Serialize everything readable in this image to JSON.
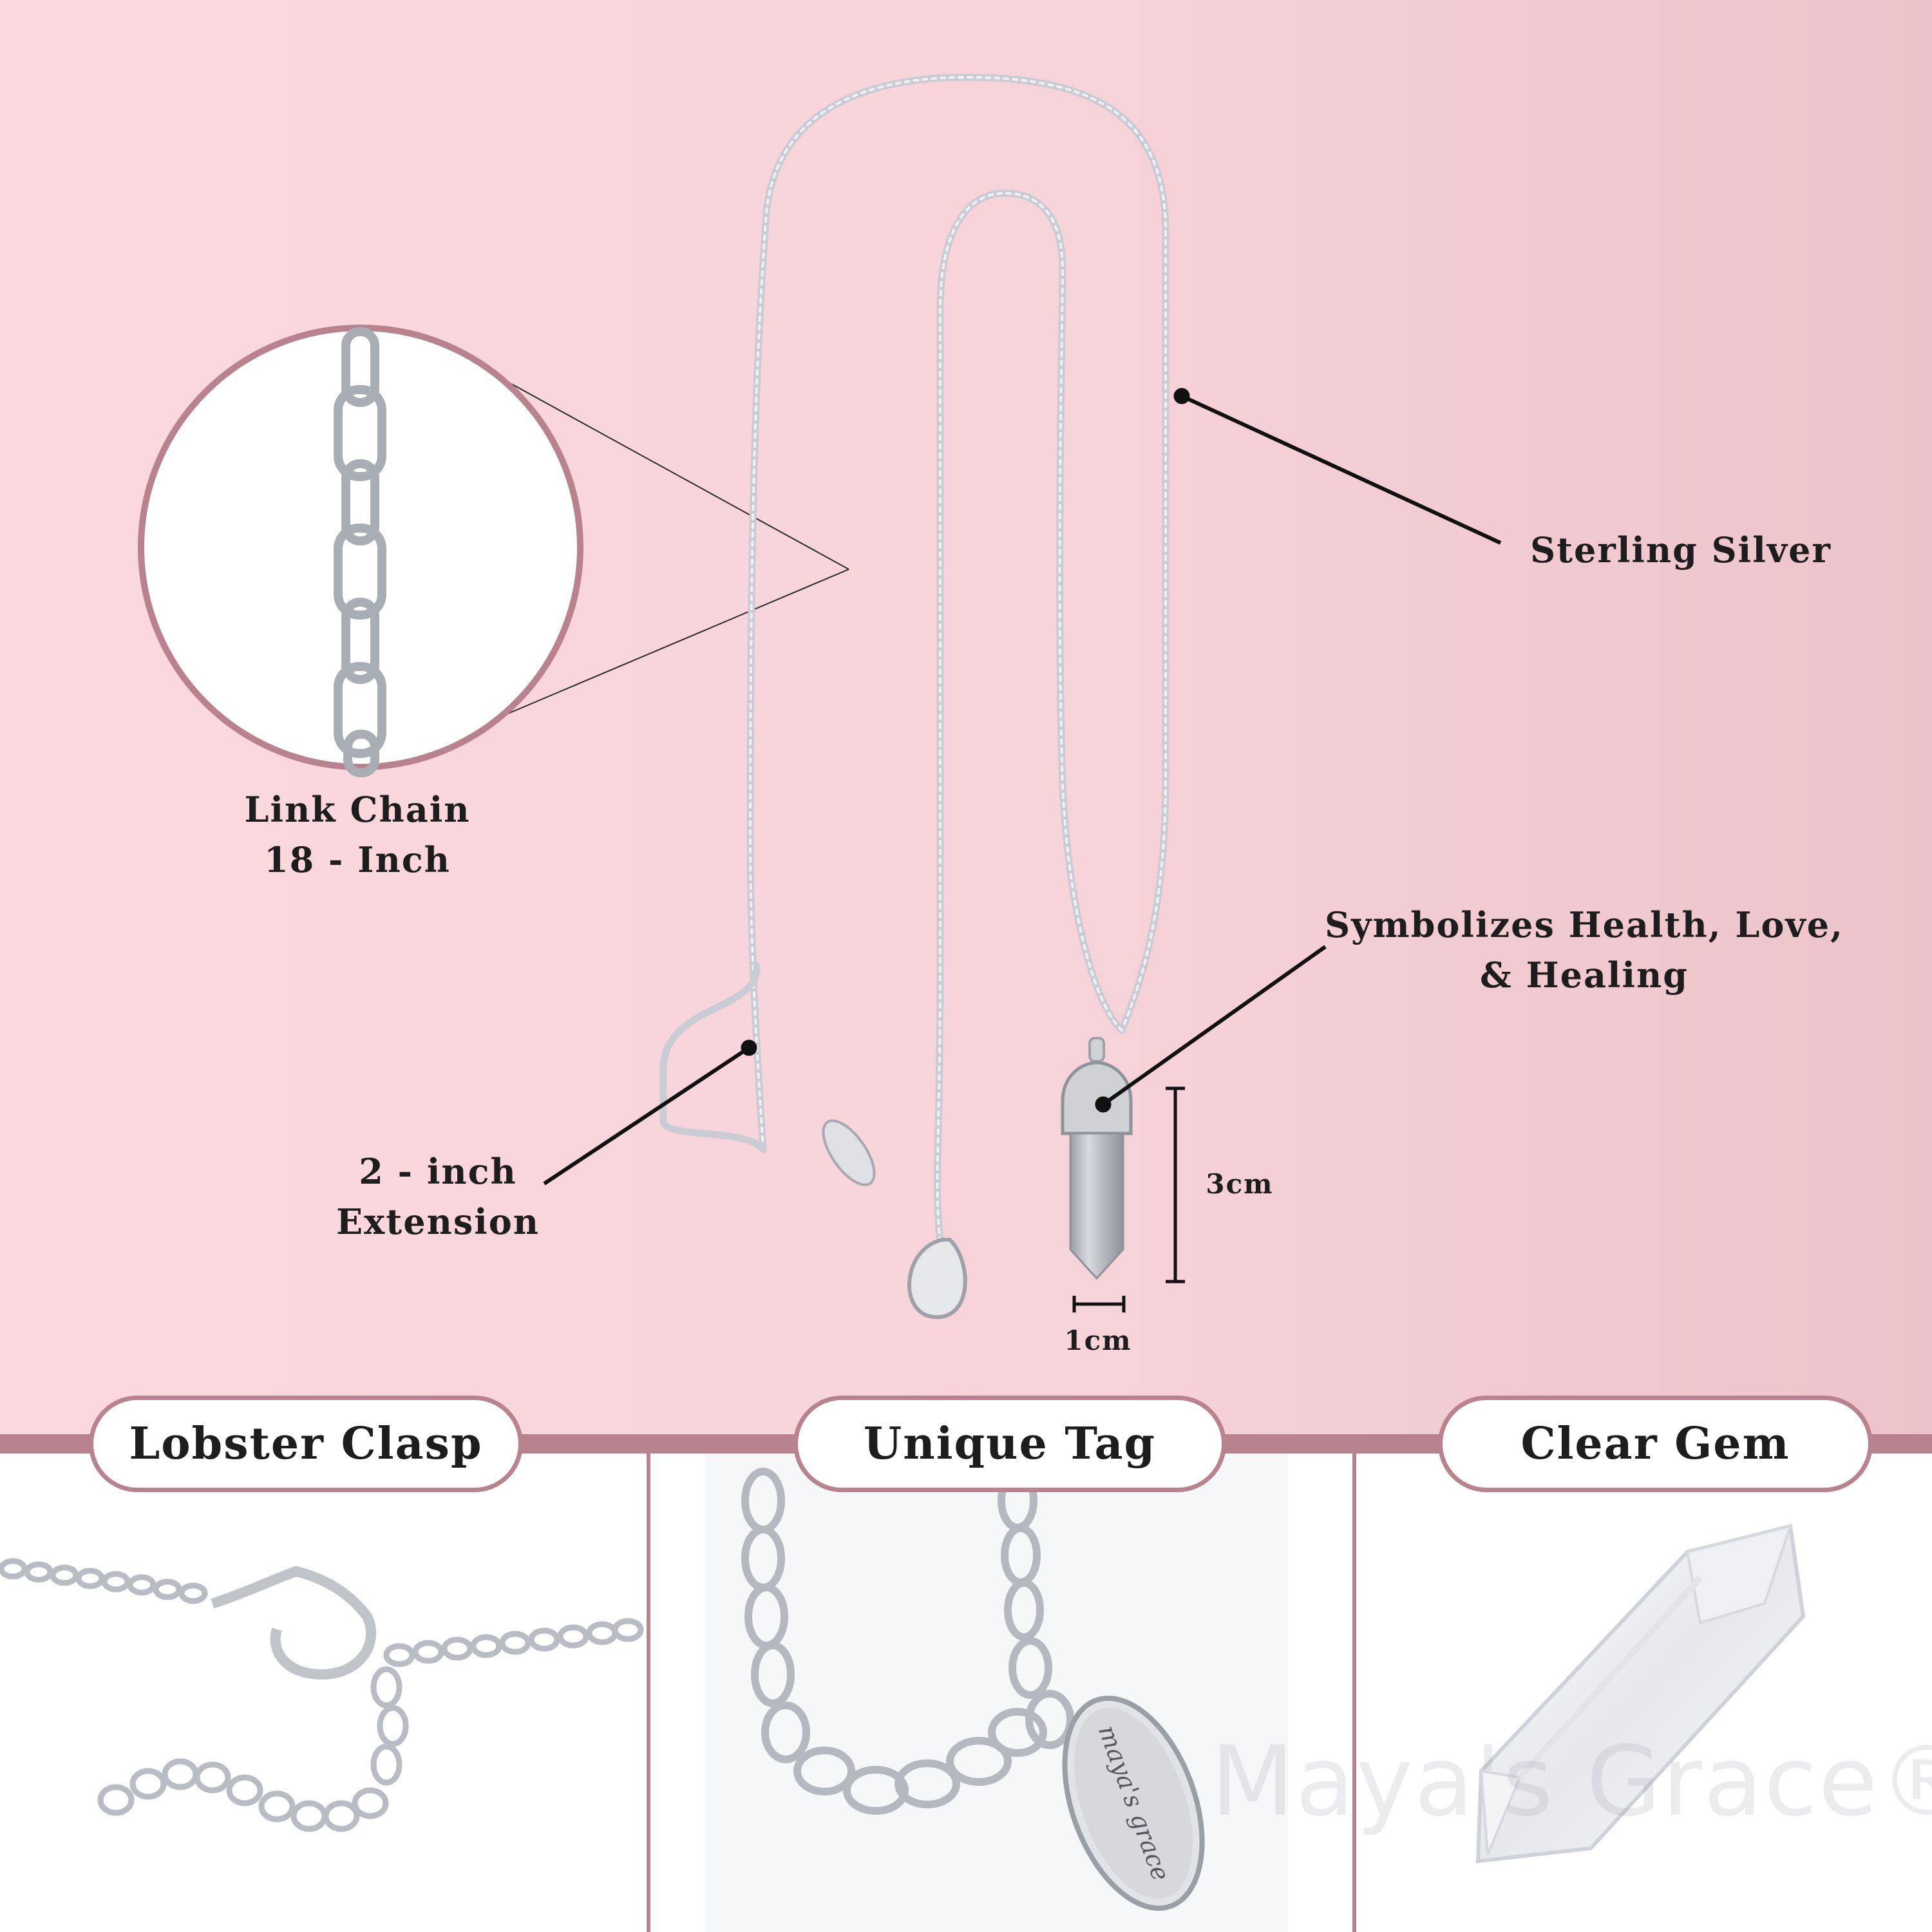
{
  "callouts": {
    "sterling": "Sterling Silver",
    "link_chain_line1": "Link Chain",
    "link_chain_line2": "18 - Inch",
    "symbolizes_line1": "Symbolizes Health, Love,",
    "symbolizes_line2": "& Healing",
    "extension_line1": "2 - inch",
    "extension_line2": "Extension"
  },
  "dimensions": {
    "height": "3cm",
    "width": "1cm"
  },
  "features": {
    "clasp": "Lobster Clasp",
    "tag": "Unique Tag",
    "gem": "Clear Gem"
  },
  "tag_engraving": "maya's grace",
  "watermark": "Maya's Grace®",
  "colors": {
    "background": "#f7d3da",
    "accent": "#b8838e",
    "text": "#1d1d1d",
    "silver": "#c9ccd2"
  }
}
